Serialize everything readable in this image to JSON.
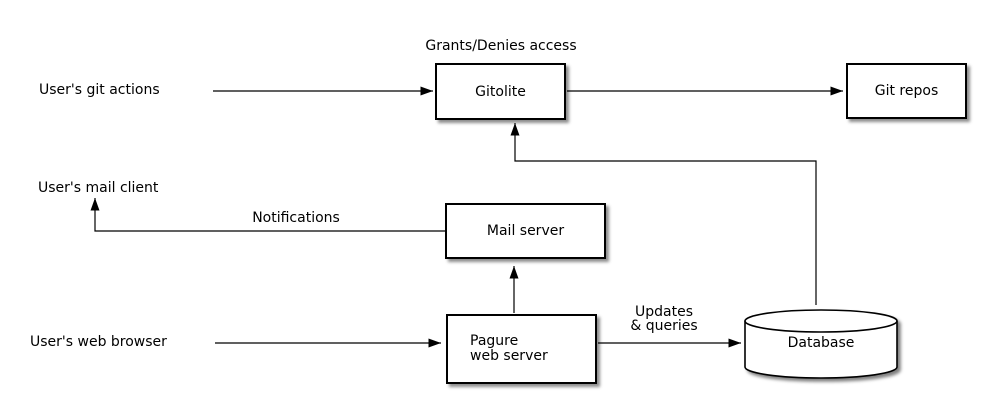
{
  "labels": {
    "grants_denies": "Grants/Denies access",
    "user_git_actions": "User's git actions",
    "user_mail_client": "User's mail client",
    "user_web_browser": "User's web browser",
    "notifications": "Notifications",
    "updates_line1": "Updates",
    "updates_line2": "& queries"
  },
  "nodes": {
    "gitolite": "Gitolite",
    "git_repos": "Git repos",
    "mail_server": "Mail server",
    "pagure_line1": "Pagure",
    "pagure_line2": "web server",
    "database": "Database"
  },
  "edges": [
    {
      "from": "user-git-actions",
      "to": "gitolite",
      "label": ""
    },
    {
      "from": "gitolite",
      "to": "git-repos",
      "label": "Grants/Denies access"
    },
    {
      "from": "database",
      "to": "gitolite",
      "label": ""
    },
    {
      "from": "mail-server",
      "to": "user-mail-client",
      "label": "Notifications"
    },
    {
      "from": "pagure-web-server",
      "to": "mail-server",
      "label": ""
    },
    {
      "from": "user-web-browser",
      "to": "pagure-web-server",
      "label": ""
    },
    {
      "from": "pagure-web-server",
      "to": "database",
      "label": "Updates & queries"
    }
  ],
  "colors": {
    "stroke": "#000000",
    "node_fill": "#ffffff",
    "background": "#ffffff"
  }
}
